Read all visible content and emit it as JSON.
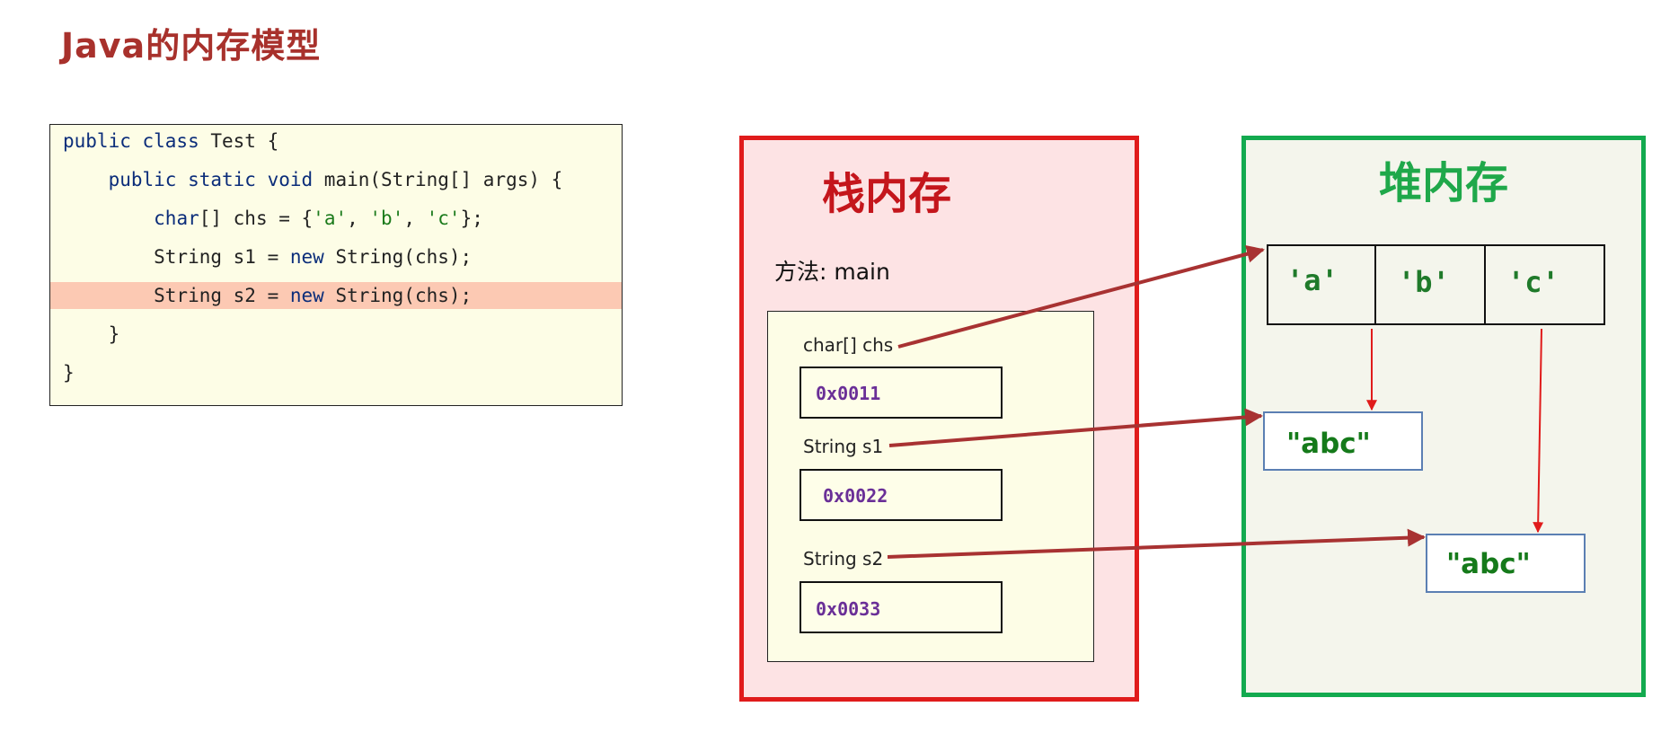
{
  "title": "Java的内存模型",
  "code": {
    "lines": [
      {
        "parts": [
          {
            "t": "public class ",
            "c": "kw"
          },
          {
            "t": "Test {",
            "c": ""
          }
        ]
      },
      {
        "parts": [
          {
            "t": "    ",
            "c": ""
          },
          {
            "t": "public static void ",
            "c": "kw"
          },
          {
            "t": "main(String[] args) {",
            "c": ""
          }
        ]
      },
      {
        "parts": [
          {
            "t": "        ",
            "c": ""
          },
          {
            "t": "char",
            "c": "kw"
          },
          {
            "t": "[] chs = {",
            "c": ""
          },
          {
            "t": "'a'",
            "c": "str"
          },
          {
            "t": ", ",
            "c": ""
          },
          {
            "t": "'b'",
            "c": "str"
          },
          {
            "t": ", ",
            "c": ""
          },
          {
            "t": "'c'",
            "c": "str"
          },
          {
            "t": "};",
            "c": ""
          }
        ]
      },
      {
        "parts": [
          {
            "t": "        String s1 = ",
            "c": ""
          },
          {
            "t": "new ",
            "c": "kw"
          },
          {
            "t": "String(chs);",
            "c": ""
          }
        ]
      },
      {
        "parts": [
          {
            "t": "        String s2 = ",
            "c": ""
          },
          {
            "t": "new ",
            "c": "kw"
          },
          {
            "t": "String(chs);",
            "c": ""
          }
        ],
        "highlight": true
      },
      {
        "parts": [
          {
            "t": "    }",
            "c": ""
          }
        ]
      },
      {
        "parts": [
          {
            "t": "}",
            "c": ""
          }
        ]
      }
    ]
  },
  "stack": {
    "title": "栈内存",
    "method_label": "方法: main",
    "vars": [
      {
        "label": "char[]  chs",
        "addr": "0x0011"
      },
      {
        "label": "String  s1",
        "addr": "0x0022"
      },
      {
        "label": "String  s2",
        "addr": "0x0033"
      }
    ]
  },
  "heap": {
    "title": "堆内存",
    "chars": [
      "'a'",
      "'b'",
      "'c'"
    ],
    "strings": [
      "\"abc\"",
      "\"abc\""
    ]
  },
  "colors": {
    "stack_border": "#e01b1b",
    "heap_border": "#13aa4f",
    "pointer_arrow": "#a83232",
    "ref_arrow": "#e01b1b",
    "address_text": "#6a2f97"
  }
}
